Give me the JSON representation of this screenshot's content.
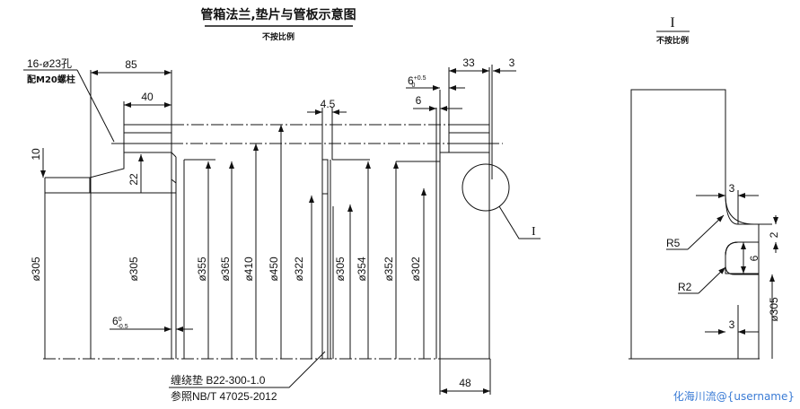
{
  "title": "管箱法兰,垫片与管板示意图",
  "subtitle": "不按比例",
  "bolt_note": {
    "line1": "16-ø23孔",
    "line2": "配M20螺柱"
  },
  "gasket_note": {
    "line1": "缠绕垫 B22-300-1.0",
    "line2": "参照NB/T 47025-2012"
  },
  "dimensions": {
    "d85": "85",
    "d40": "40",
    "d10": "10",
    "d22": "22",
    "d4_5": "4.5",
    "d33": "33",
    "d3": "3",
    "d6_tol": "6",
    "d6_tol_sup": "+0.5",
    "d6_tol_sub": "0",
    "d6": "6",
    "d48": "48",
    "d6_low": "6",
    "d6_low_sup": "0",
    "d6_low_sub": "-0.5"
  },
  "diameters": [
    "ø305",
    "ø305",
    "ø355",
    "ø365",
    "ø410",
    "ø450",
    "ø322",
    "ø305",
    "ø354",
    "ø352",
    "ø302"
  ],
  "detail": {
    "marker": "I",
    "title": "I",
    "subtitle": "不按比例",
    "dims": {
      "d3_top": "3",
      "r5": "R5",
      "d2": "2",
      "d6": "6",
      "r2": "R2",
      "d305": "ø305",
      "d3_bottom": "3"
    }
  },
  "watermark": "化海川流@{username}"
}
